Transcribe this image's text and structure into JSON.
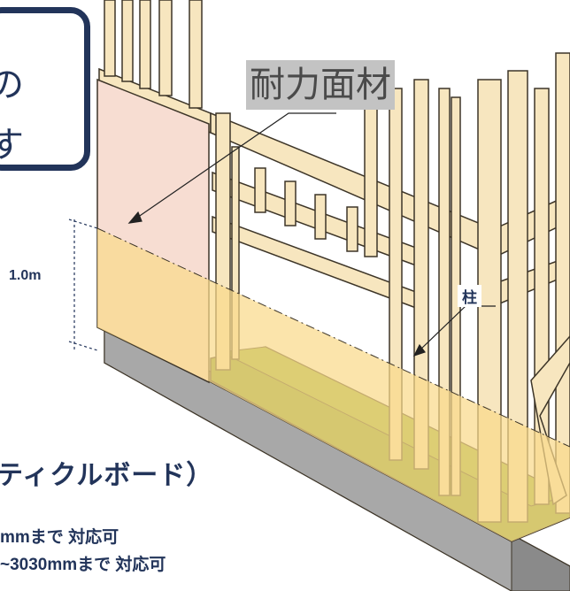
{
  "callout": {
    "line1": "の",
    "line2": "す"
  },
  "labels": {
    "panel": "耐力面材",
    "post": "柱",
    "height": "1.0m"
  },
  "text": {
    "heading": "ティクルボード）",
    "spec1": "mmまで 対応可",
    "spec2": "~3030mmまで 対応可"
  },
  "colors": {
    "navy": "#22345a",
    "lumber": "#f7e6bf",
    "lumber_edge": "#3d3528",
    "panel_pink": "#f7ddd2",
    "moisture_zone": "#f9d98b",
    "sill_green": "#7c9a2c",
    "foundation_gray": "#9c9c9c",
    "tag_gray": "#c3c3c3"
  }
}
